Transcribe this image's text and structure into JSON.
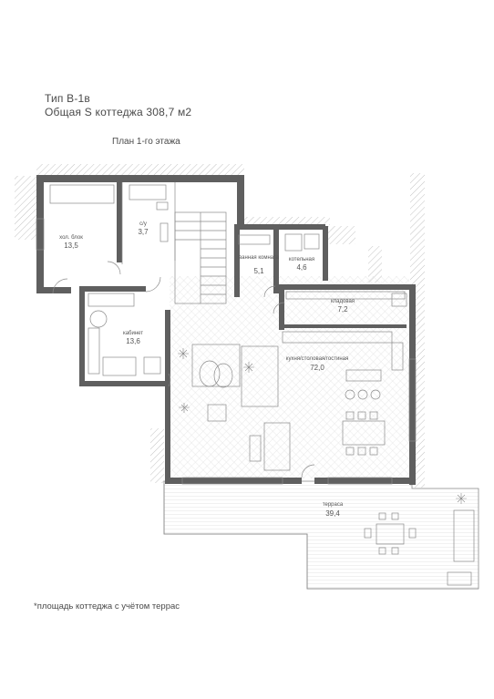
{
  "header": {
    "type_label": "Тип В-1в",
    "total_area": "Общая S коттеджа 308,7 м2"
  },
  "plan": {
    "title": "План 1-го этажа",
    "rooms": [
      {
        "id": "cold-block",
        "name": "хол. блок",
        "area": "13,5"
      },
      {
        "id": "bathroom",
        "name": "с/у",
        "area": "3,7"
      },
      {
        "id": "laundry",
        "name": "ванная комната",
        "area": "5,1"
      },
      {
        "id": "boiler",
        "name": "котельная",
        "area": "4,6"
      },
      {
        "id": "pantry",
        "name": "кладовая",
        "area": "7,2"
      },
      {
        "id": "office",
        "name": "кабинет",
        "area": "13,6"
      },
      {
        "id": "kitchen",
        "name": "кухня/столовая/гостиная",
        "area": "72,0"
      },
      {
        "id": "terrace",
        "name": "терраса",
        "area": "39,4"
      }
    ]
  },
  "footnote": "*площадь коттеджа с учётом террас",
  "colors": {
    "wall": "#5f5f5f",
    "line": "#8a8a8a",
    "text": "#4a4a4a"
  }
}
